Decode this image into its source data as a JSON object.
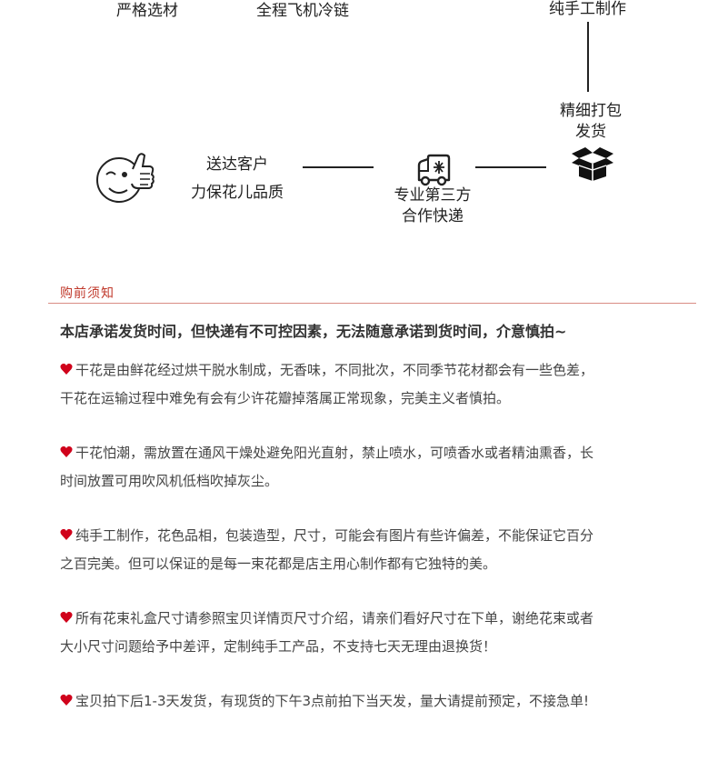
{
  "flow": {
    "top_labels": [
      "严格选材",
      "全程飞机冷链",
      "纯手工制作"
    ],
    "pack_label_line1": "精细打包",
    "pack_label_line2": "发货",
    "delivery_label_line1": "送达客户",
    "delivery_label_line2": "力保花儿品质",
    "courier_label_line1": "专业第三方",
    "courier_label_line2": "合作快递",
    "icons": [
      "thumbs-up-smiley-icon",
      "delivery-truck-icon",
      "package-box-icon"
    ]
  },
  "notice": {
    "title": "购前须知",
    "headline": "本店承诺发货时间，但快递有不可控因素，无法随意承诺到货时间，介意慎拍~",
    "notes": [
      {
        "line1": "干花是由鲜花经过烘干脱水制成，无香味，不同批次，不同季节花材都会有一些色差，",
        "line2": "干花在运输过程中难免有会有少许花瓣掉落属正常现象，完美主义者慎拍。"
      },
      {
        "line1": "干花怕潮，需放置在通风干燥处避免阳光直射，禁止喷水，可喷香水或者精油熏香，长",
        "line2": "时间放置可用吹风机低档吹掉灰尘。"
      },
      {
        "line1": "纯手工制作，花色品相，包装造型，尺寸，可能会有图片有些许偏差，不能保证它百分",
        "line2": "之百完美。但可以保证的是每一束花都是店主用心制作都有它独特的美。"
      },
      {
        "line1": "所有花束礼盒尺寸请参照宝贝详情页尺寸介绍，请亲们看好尺寸在下单，谢绝花束或者",
        "line2": "大小尺寸问题给予中差评，定制纯手工产品，不支持七天无理由退换货！"
      },
      {
        "line1": "宝贝拍下后1-3天发货，有现货的下午3点前拍下当天发，量大请提前预定，不接急单!",
        "line2": ""
      }
    ]
  },
  "colors": {
    "accent": "#c0392b",
    "heart": "#d0021b",
    "rule": "#d98c84"
  }
}
